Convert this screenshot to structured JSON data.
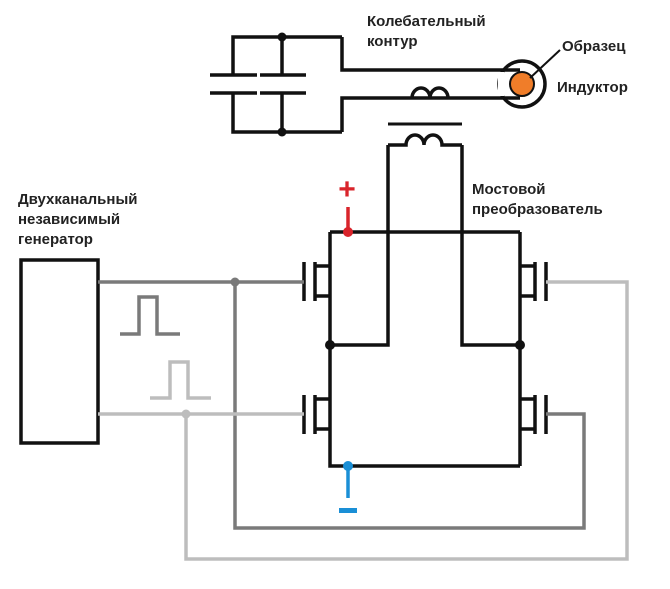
{
  "labels": {
    "tank_circuit": [
      "Колебательный",
      "контур"
    ],
    "sample": "Образец",
    "inductor": "Индуктор",
    "bridge": [
      "Мостовой",
      "преобразователь"
    ],
    "generator": [
      "Двухканальный",
      "независимый",
      "генератор"
    ],
    "plus": "+",
    "minus": "−"
  },
  "colors": {
    "wire": "#111111",
    "ch1_wire": "#7a7a7a",
    "ch2_wire": "#bdbdbd",
    "positive": "#d9242b",
    "negative": "#1a8fd6",
    "sample": "#f07d29"
  }
}
